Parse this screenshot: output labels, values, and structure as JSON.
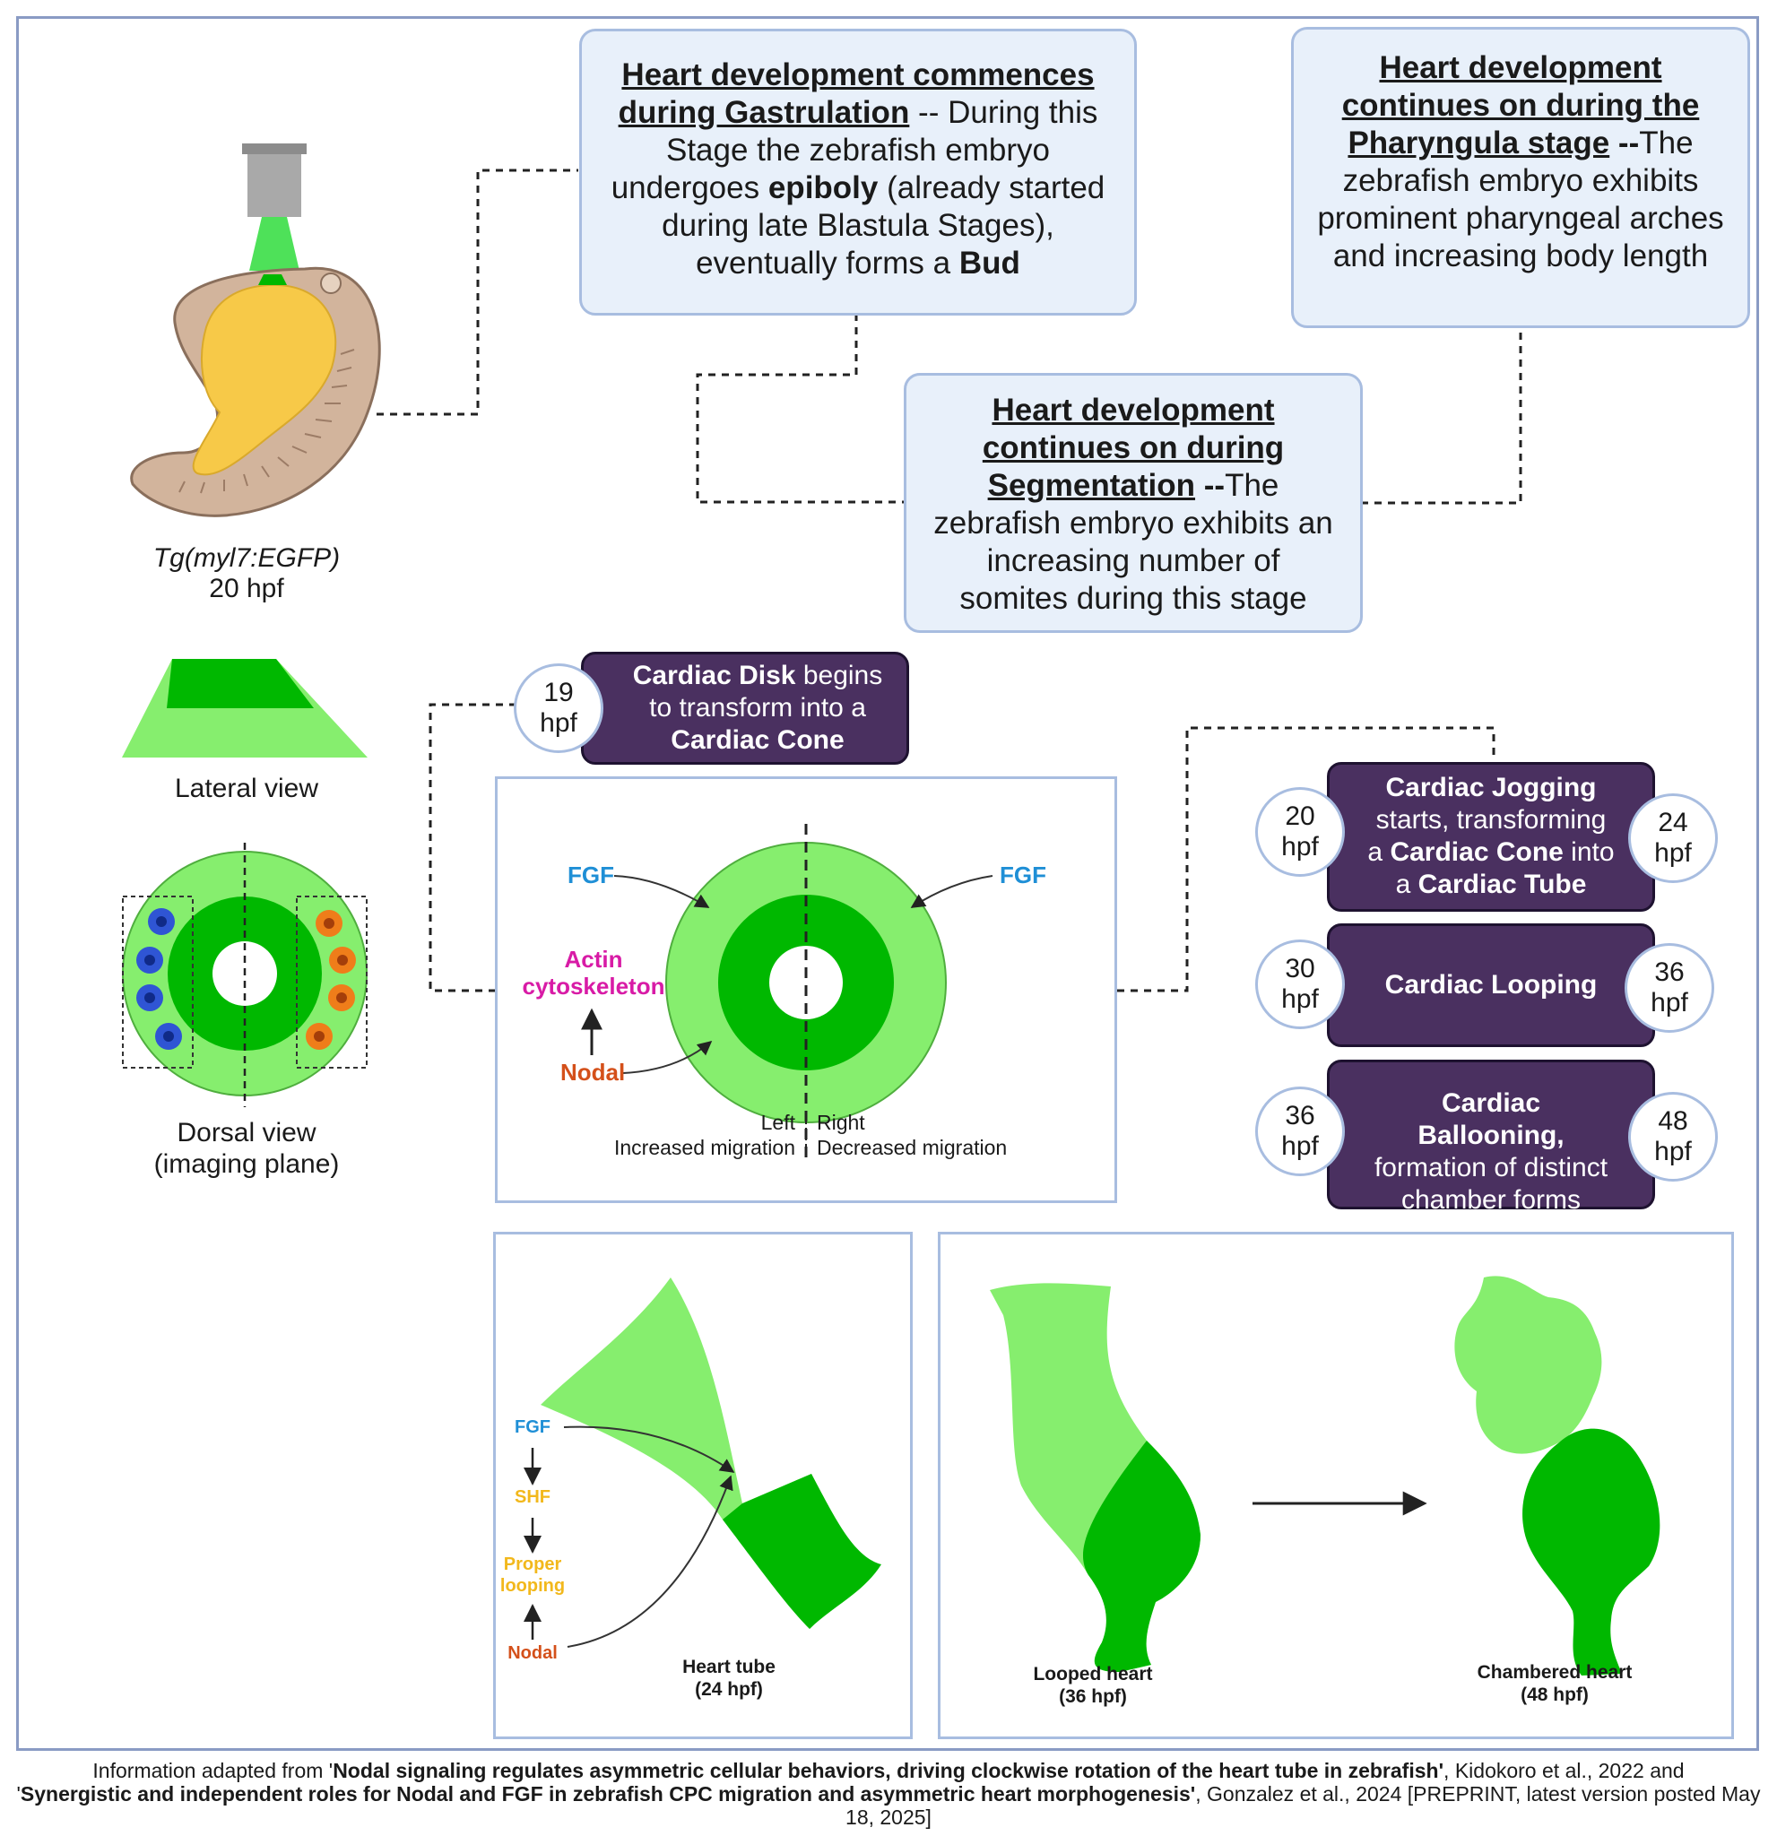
{
  "boxes": {
    "gastrulation": {
      "title_line1": "Heart development commences",
      "title_line2": "during Gastrulation",
      "text1": " -- During this Stage the zebrafish embryo undergoes ",
      "bold1": "epiboly",
      "text2": " (already started during late Blastula Stages), eventually forms a ",
      "bold2": "Bud"
    },
    "pharyngula": {
      "title_line1": "Heart development",
      "title_line2": "continues on during the",
      "title_line3": "Pharyngula stage",
      "sep": " --",
      "text": "The zebrafish embryo exhibits prominent pharyngeal arches and increasing body length"
    },
    "segmentation": {
      "title_line1": "Heart development",
      "title_line2": "continues on during",
      "title_line3": "Segmentation",
      "sep": " --",
      "text": "The zebrafish embryo exhibits an increasing number of somites during this stage"
    }
  },
  "embryo": {
    "line1": "Tg(myl7:EGFP)",
    "line2": "20 hpf"
  },
  "views": {
    "lateral": "Lateral view",
    "dorsal_line1": "Dorsal view",
    "dorsal_line2": "(imaging plane)"
  },
  "stages": {
    "cone": {
      "bold1": "Cardiac Disk",
      "text1": " begins to transform into a ",
      "bold2": "Cardiac Cone",
      "badge_num": "19",
      "badge_unit": "hpf"
    },
    "jogging": {
      "bold1": "Cardiac Jogging",
      "text1": " starts, transforming a ",
      "bold2": "Cardiac Cone",
      "text2": " into a ",
      "bold3": "Cardiac Tube",
      "start_num": "20",
      "end_num": "24",
      "unit": "hpf"
    },
    "looping": {
      "bold1": "Cardiac Looping",
      "start_num": "30",
      "end_num": "36",
      "unit": "hpf"
    },
    "ballooning": {
      "bold1": "Cardiac Ballooning,",
      "text1": " formation of distinct chamber forms",
      "start_num": "36",
      "end_num": "48",
      "unit": "hpf"
    }
  },
  "disk_panel": {
    "fgf_left": "FGF",
    "fgf_right": "FGF",
    "actin_line1": "Actin",
    "actin_line2": "cytoskeleton",
    "nodal": "Nodal",
    "left": "Left",
    "right": "Right",
    "left_sub": "Increased migration",
    "right_sub": "Decreased migration"
  },
  "tube_panel": {
    "fgf": "FGF",
    "shf": "SHF",
    "looping_line1": "Proper",
    "looping_line2": "looping",
    "nodal": "Nodal",
    "label_line1": "Heart tube",
    "label_line2": "(24 hpf)"
  },
  "heart_panel": {
    "looped_line1": "Looped heart",
    "looped_line2": "(36 hpf)",
    "chambered_line1": "Chambered heart",
    "chambered_line2": "(48 hpf)"
  },
  "caption": {
    "t1": "Information adapted from '",
    "b1": "Nodal signaling regulates asymmetric cellular behaviors, driving clockwise rotation of the heart tube in zebrafish'",
    "t2": ", Kidokoro et al., 2022 and",
    "t3": "'",
    "b2": "Synergistic and independent roles for Nodal and FGF in zebrafish CPC migration and asymmetric heart morphogenesis'",
    "t4": ", Gonzalez et al., 2024 [PREPRINT, latest version posted May 18, 2025]"
  },
  "colors": {
    "light_green": "#86ee6e",
    "dark_green": "#00b800",
    "stage_purple": "#4a3060",
    "box_fill": "#e8f0fa",
    "box_border": "#a8bde0",
    "fgf_blue": "#1f8fd6",
    "actin_magenta": "#d81ba6",
    "nodal_orange": "#d4501a",
    "shf_yellow": "#f2b81c"
  }
}
